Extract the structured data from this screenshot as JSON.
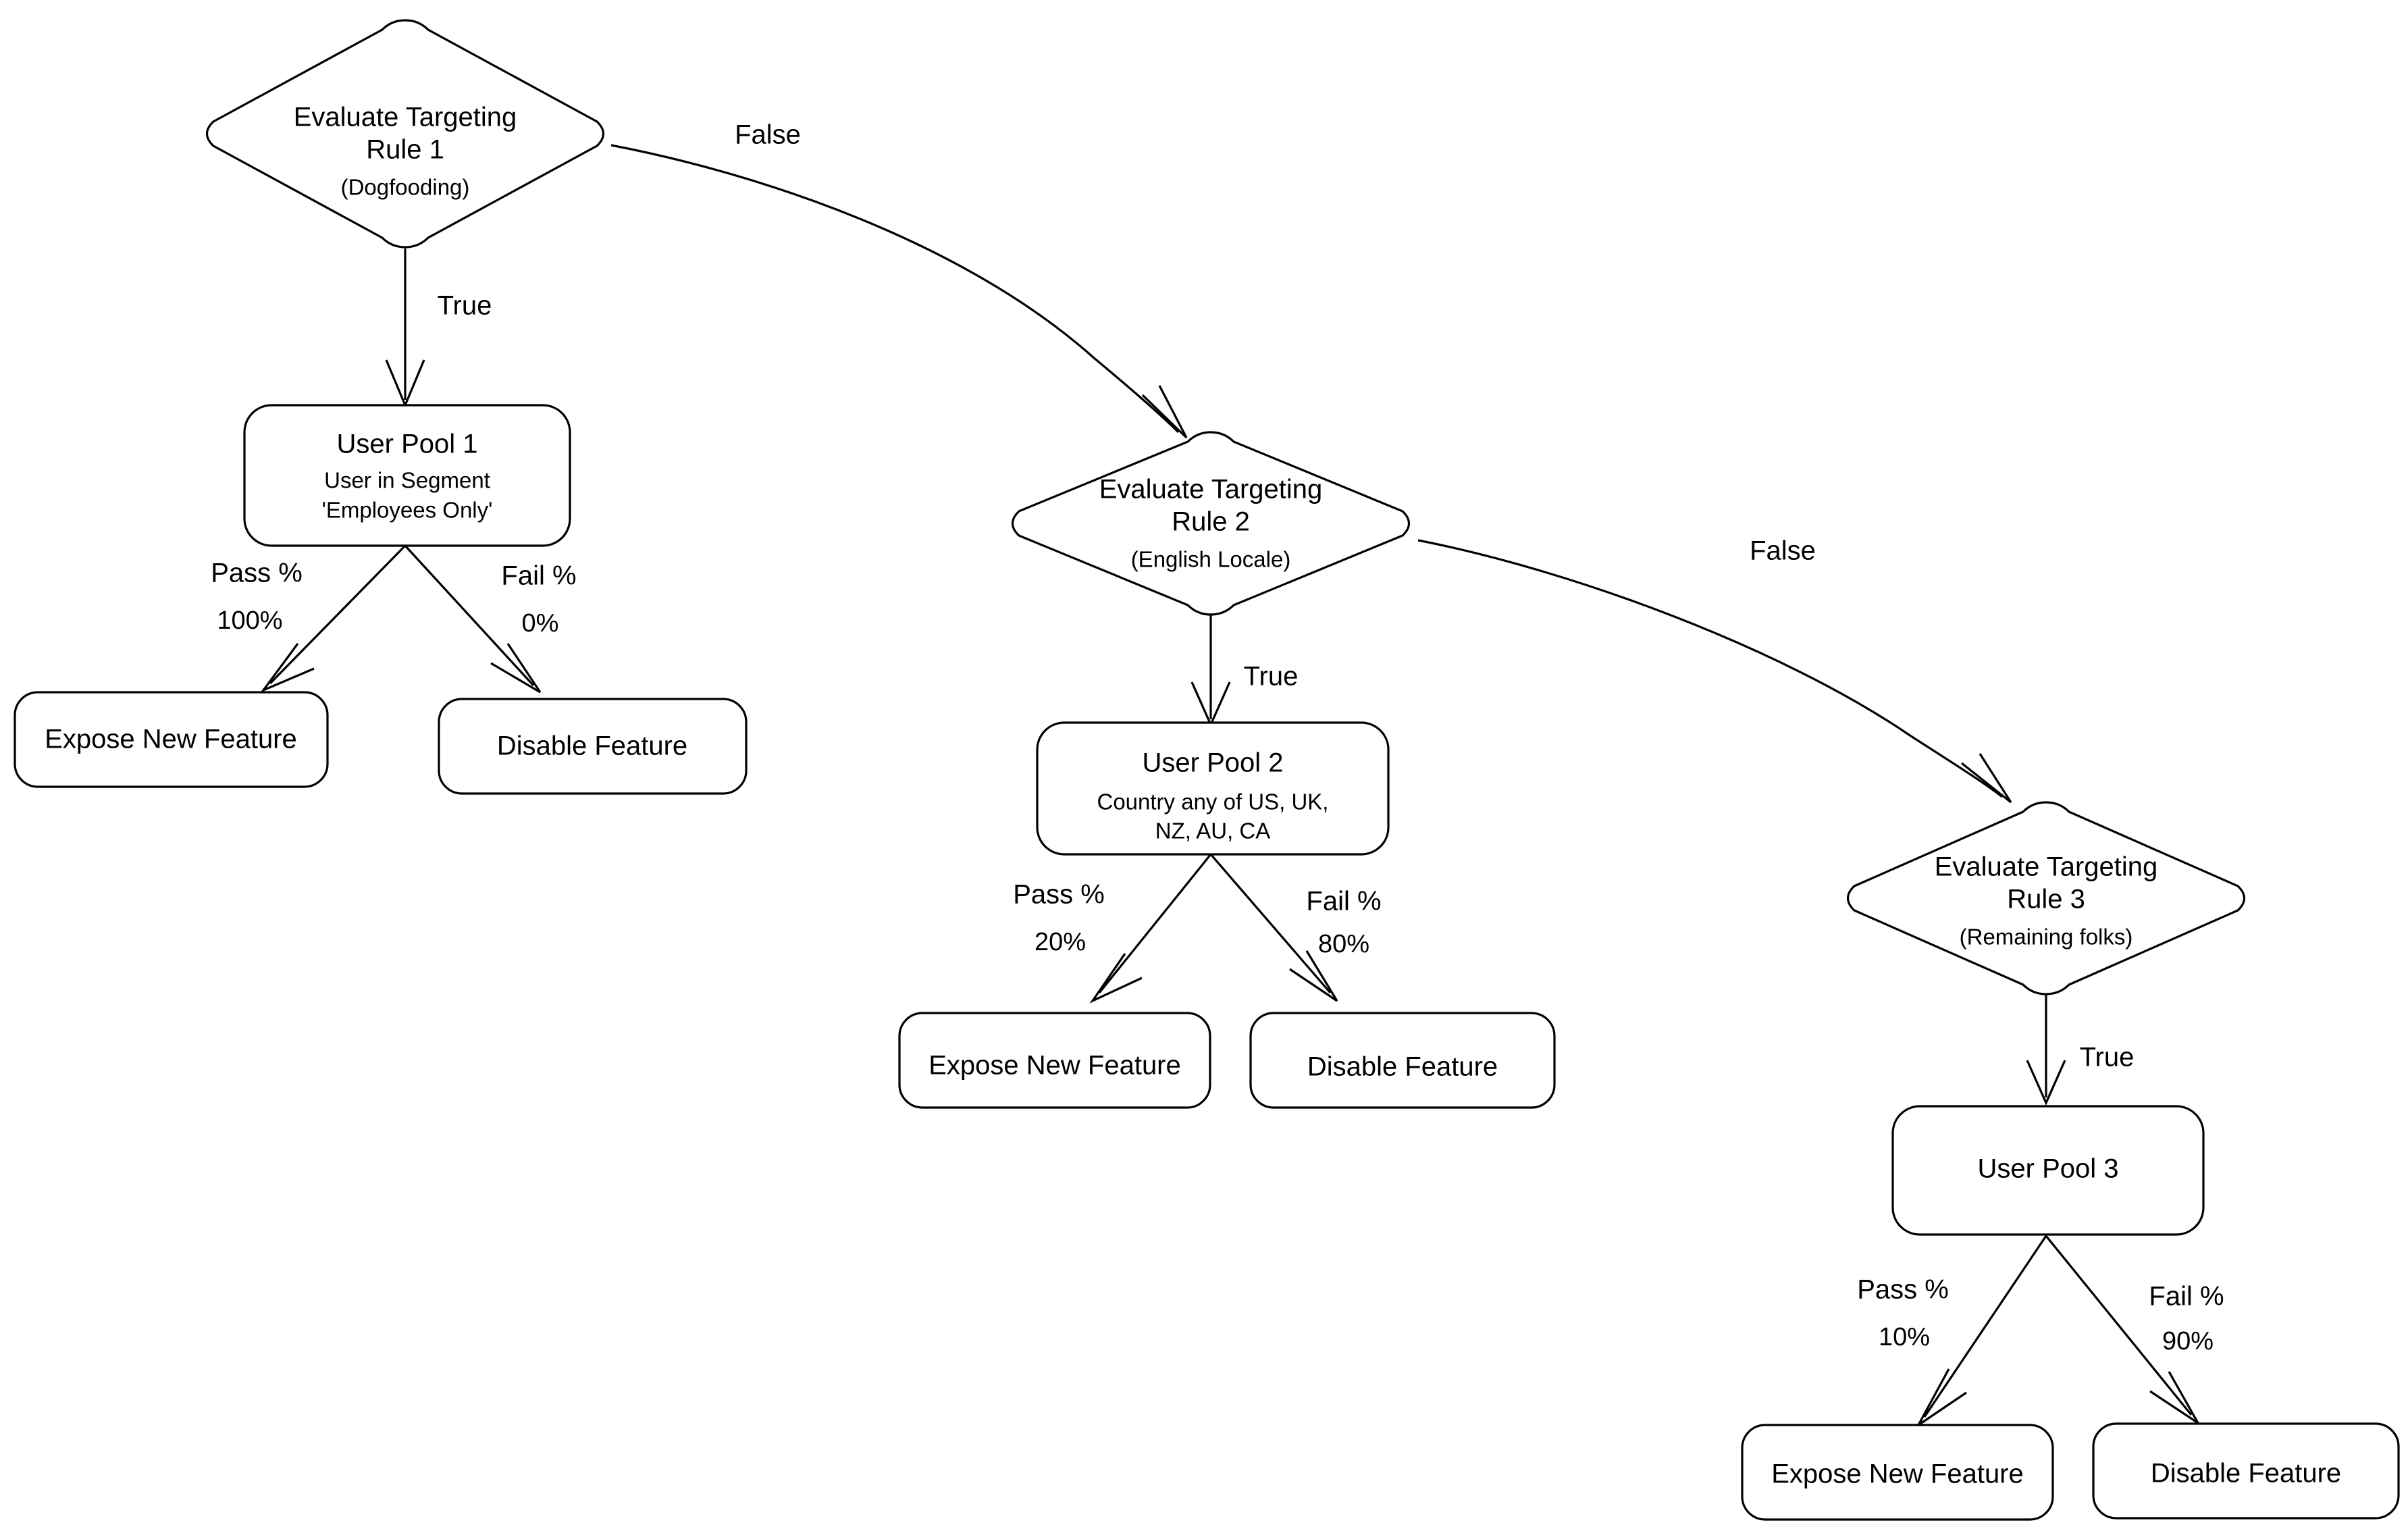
{
  "diagram": {
    "type": "flowchart",
    "background": "#ffffff",
    "stroke_color": "#000000",
    "fill_color": "#ffffff"
  },
  "nodes": {
    "rule1": {
      "shape": "diamond",
      "title_line1": "Evaluate Targeting",
      "title_line2": "Rule 1",
      "subtitle": "(Dogfooding)"
    },
    "rule2": {
      "shape": "diamond",
      "title_line1": "Evaluate Targeting",
      "title_line2": "Rule 2",
      "subtitle": "(English Locale)"
    },
    "rule3": {
      "shape": "diamond",
      "title_line1": "Evaluate Targeting",
      "title_line2": "Rule 3",
      "subtitle": "(Remaining folks)"
    },
    "pool1": {
      "shape": "rounded-rect",
      "title": "User Pool 1",
      "sub_line1": "User in Segment",
      "sub_line2": "'Employees Only'"
    },
    "pool2": {
      "shape": "rounded-rect",
      "title": "User Pool 2",
      "sub_line1": "Country any of US, UK,",
      "sub_line2": "NZ, AU, CA"
    },
    "pool3": {
      "shape": "rounded-rect",
      "title": "User Pool 3",
      "sub_line1": "",
      "sub_line2": ""
    },
    "expose1": {
      "shape": "rounded-rect",
      "label": "Expose New Feature"
    },
    "disable1": {
      "shape": "rounded-rect",
      "label": "Disable Feature"
    },
    "expose2": {
      "shape": "rounded-rect",
      "label": "Expose New Feature"
    },
    "disable2": {
      "shape": "rounded-rect",
      "label": "Disable Feature"
    },
    "expose3": {
      "shape": "rounded-rect",
      "label": "Expose New Feature"
    },
    "disable3": {
      "shape": "rounded-rect",
      "label": "Disable Feature"
    }
  },
  "edges": {
    "rule1_true": {
      "from": "rule1",
      "to": "pool1",
      "label": "True"
    },
    "rule1_false": {
      "from": "rule1",
      "to": "rule2",
      "label": "False"
    },
    "rule2_true": {
      "from": "rule2",
      "to": "pool2",
      "label": "True"
    },
    "rule2_false": {
      "from": "rule2",
      "to": "rule3",
      "label": "False"
    },
    "rule3_true": {
      "from": "rule3",
      "to": "pool3",
      "label": "True"
    },
    "pool1_pass": {
      "from": "pool1",
      "to": "expose1",
      "label": "Pass %",
      "value": "100%"
    },
    "pool1_fail": {
      "from": "pool1",
      "to": "disable1",
      "label": "Fail %",
      "value": "0%"
    },
    "pool2_pass": {
      "from": "pool2",
      "to": "expose2",
      "label": "Pass %",
      "value": "20%"
    },
    "pool2_fail": {
      "from": "pool2",
      "to": "disable2",
      "label": "Fail %",
      "value": "80%"
    },
    "pool3_pass": {
      "from": "pool3",
      "to": "expose3",
      "label": "Pass %",
      "value": "10%"
    },
    "pool3_fail": {
      "from": "pool3",
      "to": "disable3",
      "label": "Fail %",
      "value": "90%"
    }
  },
  "chart_data": {
    "type": "diagram",
    "title": "Feature flag targeting rule evaluation flow",
    "branches": [
      {
        "rule": "Evaluate Targeting Rule 1 (Dogfooding)",
        "true_target": "User Pool 1 — User in Segment 'Employees Only'",
        "false_target": "Evaluate Targeting Rule 2",
        "pass_percent": "100%",
        "fail_percent": "0%"
      },
      {
        "rule": "Evaluate Targeting Rule 2 (English Locale)",
        "true_target": "User Pool 2 — Country any of US, UK, NZ, AU, CA",
        "false_target": "Evaluate Targeting Rule 3",
        "pass_percent": "20%",
        "fail_percent": "80%"
      },
      {
        "rule": "Evaluate Targeting Rule 3 (Remaining folks)",
        "true_target": "User Pool 3",
        "false_target": null,
        "pass_percent": "10%",
        "fail_percent": "90%"
      }
    ],
    "outcomes": [
      "Expose New Feature",
      "Disable Feature"
    ]
  }
}
